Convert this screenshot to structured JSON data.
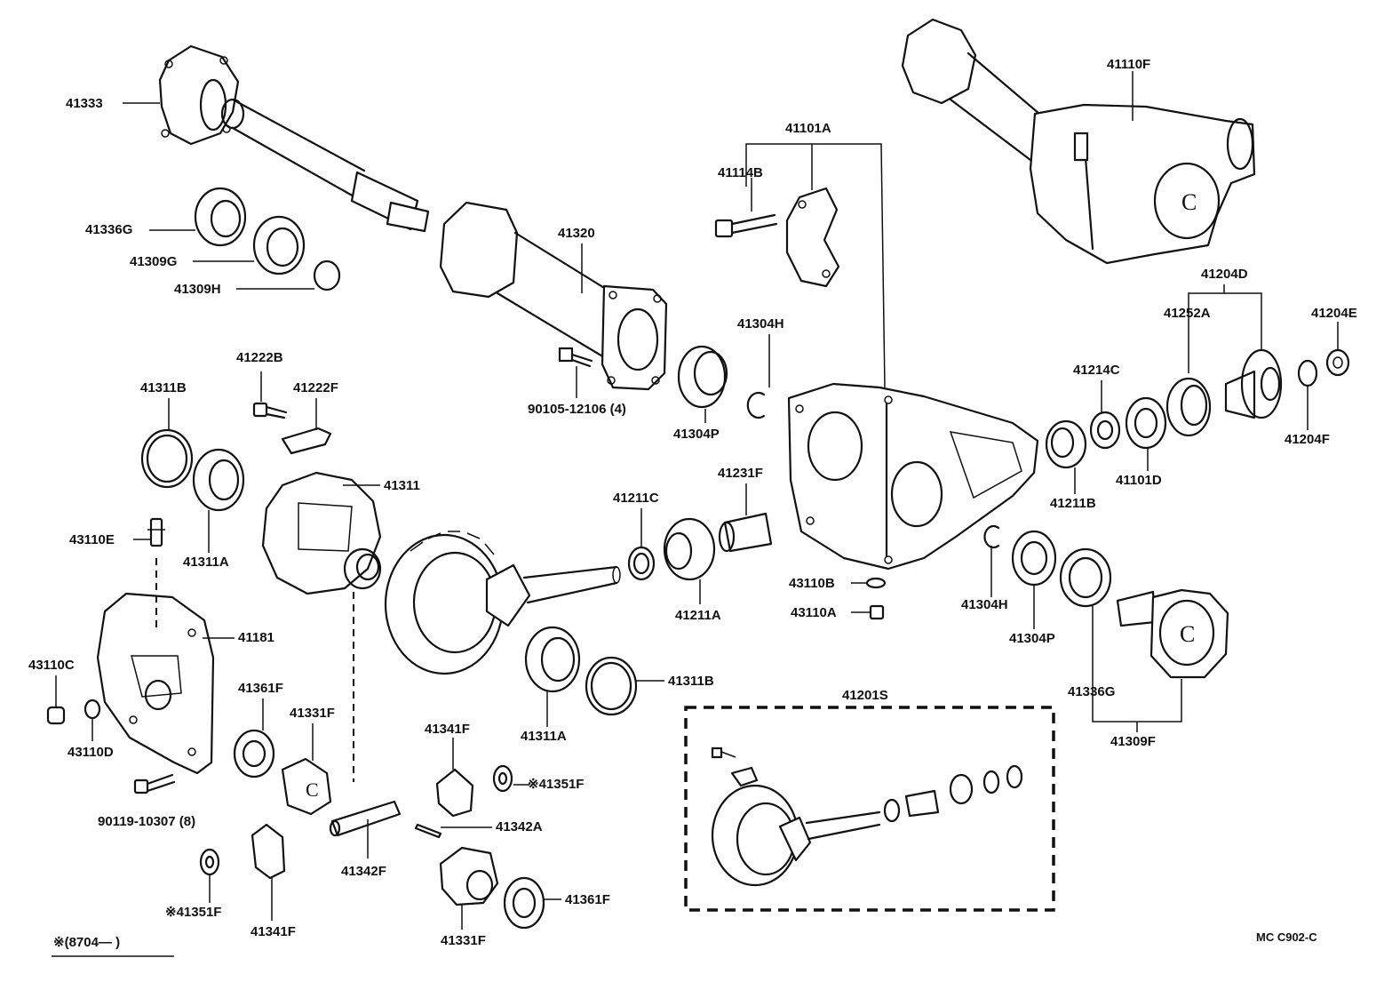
{
  "diagram": {
    "ref_code": "MC  C902-C",
    "footnote": "※(8704—        )",
    "labels": {
      "p41333": "41333",
      "p41336G_top": "41336G",
      "p41309G": "41309G",
      "p41309H": "41309H",
      "p41320": "41320",
      "p90105": "90105-12106 (4)",
      "p41101A": "41101A",
      "p41114B": "41114B",
      "p41110F": "41110F",
      "p41304H_top": "41304H",
      "p41304P_top": "41304P",
      "p41222B": "41222B",
      "p41222F": "41222F",
      "p41311B_top": "41311B",
      "p41311": "41311",
      "p41311A_left": "41311A",
      "p43110E": "43110E",
      "p41181": "41181",
      "p43110C": "43110C",
      "p43110D": "43110D",
      "p90119": "90119-10307 (8)",
      "p41361F_left": "41361F",
      "p41331F_top": "41331F",
      "p41351F_left": "※41351F",
      "p41341F_bottom": "41341F",
      "p41342F": "41342F",
      "p41341F_mid": "41341F",
      "p41351F_right": "※41351F",
      "p41342A": "41342A",
      "p41331F_bottom": "41331F",
      "p41361F_right": "41361F",
      "p41311A_mid": "41311A",
      "p41311B_mid": "41311B",
      "p41211C": "41211C",
      "p41231F": "41231F",
      "p41211A": "41211A",
      "p43110B": "43110B",
      "p43110A": "43110A",
      "p41304H_mid": "41304H",
      "p41304P_mid": "41304P",
      "p41336G_right": "41336G",
      "p41309F": "41309F",
      "p41201S": "41201S",
      "p41204D": "41204D",
      "p41252A": "41252A",
      "p41204E": "41204E",
      "p41214C": "41214C",
      "p41204F": "41204F",
      "p41211B": "41211B",
      "p41101D": "41101D"
    }
  }
}
